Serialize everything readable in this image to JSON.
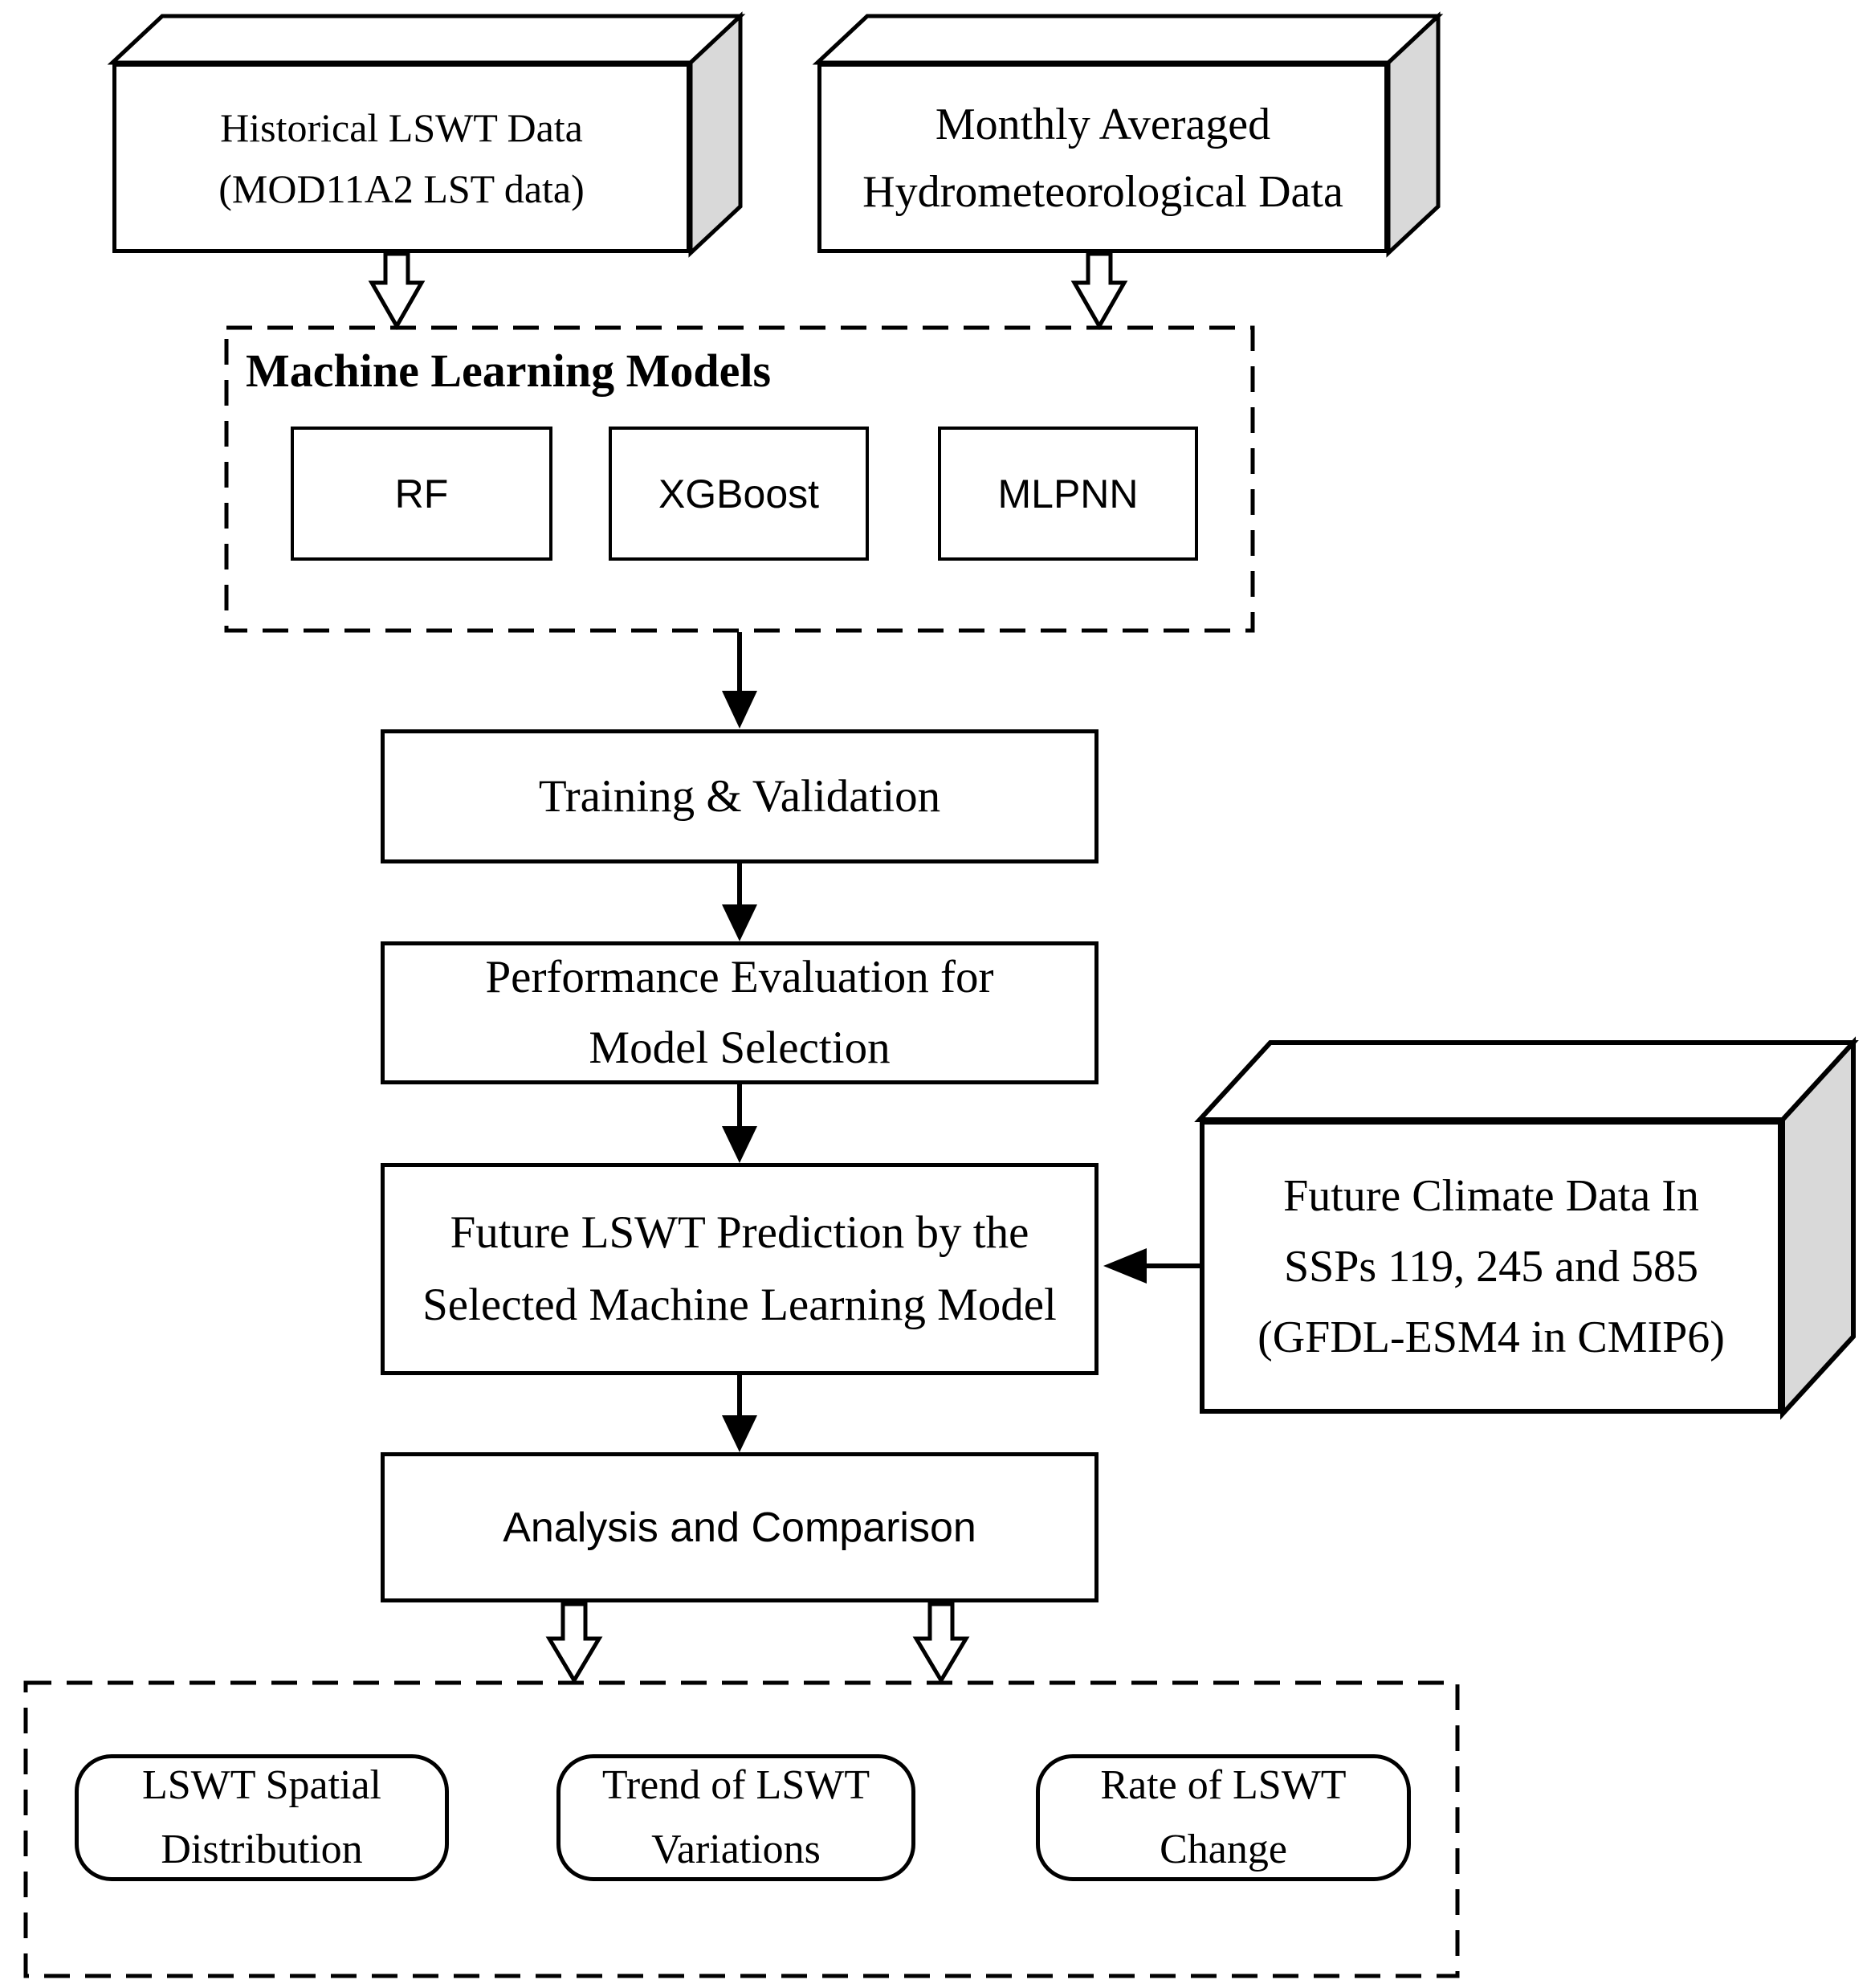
{
  "figure": {
    "background": "#ffffff",
    "stroke_color": "#000000",
    "side_face_color": "#d9d9d9"
  },
  "nodes": {
    "historical": {
      "line1": "Historical LSWT Data",
      "line2": "(MOD11A2 LST data)"
    },
    "hydromet": {
      "line1": "Monthly Averaged",
      "line2": "Hydrometeorological Data"
    },
    "ml_group": {
      "title": "Machine Learning Models",
      "models": [
        {
          "label": "RF"
        },
        {
          "label": "XGBoost"
        },
        {
          "label": "MLPNN"
        }
      ]
    },
    "training": {
      "label": "Training & Validation"
    },
    "performance": {
      "line1": "Performance Evaluation for",
      "line2": "Model Selection"
    },
    "future_prediction": {
      "line1": "Future LSWT Prediction by the",
      "line2": "Selected Machine Learning Model"
    },
    "climate": {
      "line1": "Future Climate Data In",
      "line2": "SSPs 119, 245 and 585",
      "line3": "(GFDL-ESM4 in CMIP6)"
    },
    "analysis": {
      "label": "Analysis and Comparison"
    },
    "outputs": [
      {
        "line1": "LSWT Spatial",
        "line2": "Distribution"
      },
      {
        "line1": "Trend of LSWT",
        "line2": "Variations"
      },
      {
        "line1": "Rate of LSWT",
        "line2": "Change"
      }
    ]
  }
}
